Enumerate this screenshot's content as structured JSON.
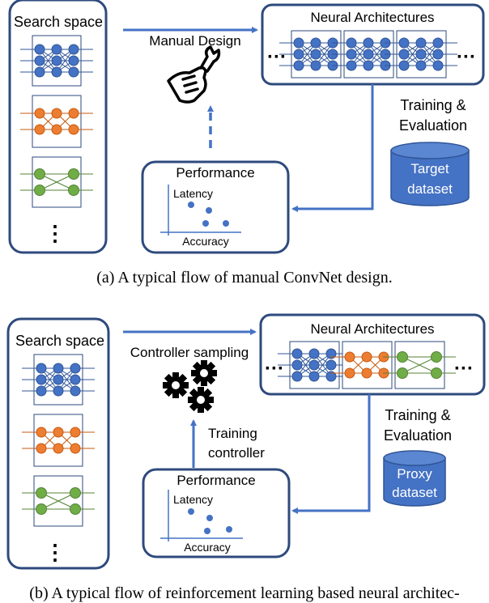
{
  "panel_a": {
    "search_space": "Search space",
    "more_dots": "⋮",
    "neural_architectures": "Neural Architectures",
    "ellipsis_left": "···",
    "ellipsis_right": "···",
    "manual_design": "Manual Design",
    "training_line1": "Training &",
    "training_line2": "Evaluation",
    "dataset_line1": "Target",
    "dataset_line2": "dataset",
    "performance": "Performance",
    "latency": "Latency",
    "accuracy": "Accuracy",
    "caption": "(a)  A typical flow of manual ConvNet design."
  },
  "panel_b": {
    "search_space": "Search space",
    "more_dots": "⋮",
    "neural_architectures": "Neural Architectures",
    "ellipsis_left": "···",
    "ellipsis_right": "···",
    "controller_sampling": "Controller sampling",
    "training_controller_line1": "Training",
    "training_controller_line2": "controller",
    "training_line1": "Training &",
    "training_line2": "Evaluation",
    "dataset_line1": "Proxy",
    "dataset_line2": "dataset",
    "performance": "Performance",
    "latency": "Latency",
    "accuracy": "Accuracy",
    "caption": "(b)  A typical flow of reinforcement learning based neural architec-"
  },
  "colors": {
    "box_border": "#2e4a7d",
    "arrow": "#4472c4",
    "blue_node": "#4472c4",
    "orange_node": "#ed7d31",
    "green_node": "#70ad47",
    "cylinder": "#4472c4"
  },
  "icons": {
    "manual_design": "hand-wrench-icon",
    "controller": "gears-icon"
  }
}
